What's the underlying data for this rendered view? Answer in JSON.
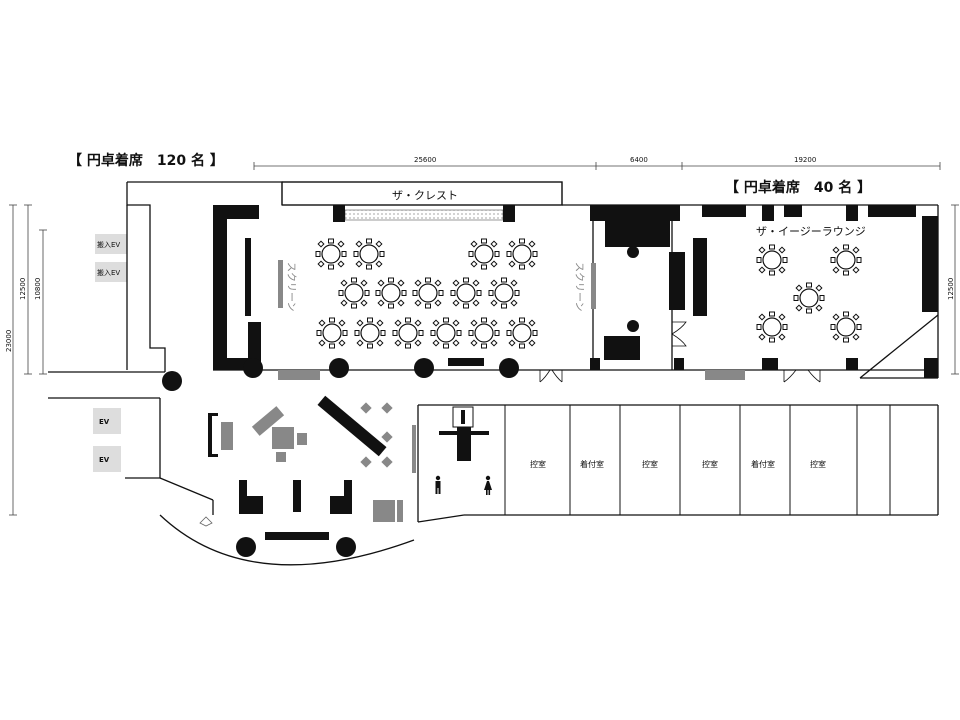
{
  "captions": {
    "left": "【 円卓着席　120 名 】",
    "right": "【 円卓着席　40 名 】"
  },
  "dimensions": {
    "top": [
      "25600",
      "6400",
      "19200"
    ],
    "left_outer": "23000",
    "left_mid": "12500",
    "left_inner": "10800",
    "right": "12500"
  },
  "rooms": {
    "crest": "ザ・クレスト",
    "easy_lounge": "ザ・イージーラウンジ",
    "screen_label": "スクリーン"
  },
  "elevators": {
    "freight_1": "搬入EV",
    "freight_2": "搬入EV",
    "ev_1": "EV",
    "ev_2": "EV"
  },
  "service_rooms": [
    "控室",
    "着付室",
    "控室",
    "控室",
    "着付室",
    "控室"
  ],
  "icons": [
    "round-table-icon",
    "column-icon",
    "male-restroom-icon",
    "female-restroom-icon",
    "door-swing-icon"
  ]
}
